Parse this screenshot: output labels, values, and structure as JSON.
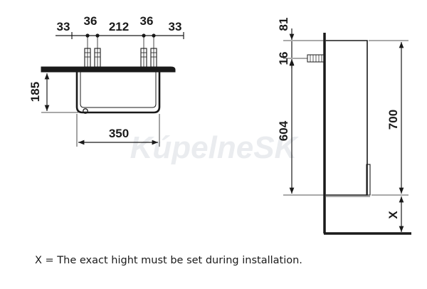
{
  "watermark": "KúpelneSK",
  "front_view": {
    "top_dims": [
      "33",
      "36",
      "212",
      "36",
      "33"
    ],
    "height_dim": "185",
    "width_dim": "350"
  },
  "side_view": {
    "dim_top": "81",
    "dim_pipe": "16",
    "dim_lower": "604",
    "dim_total": "700",
    "dim_x": "X"
  },
  "note": "X = The exact hight must be set during installation."
}
